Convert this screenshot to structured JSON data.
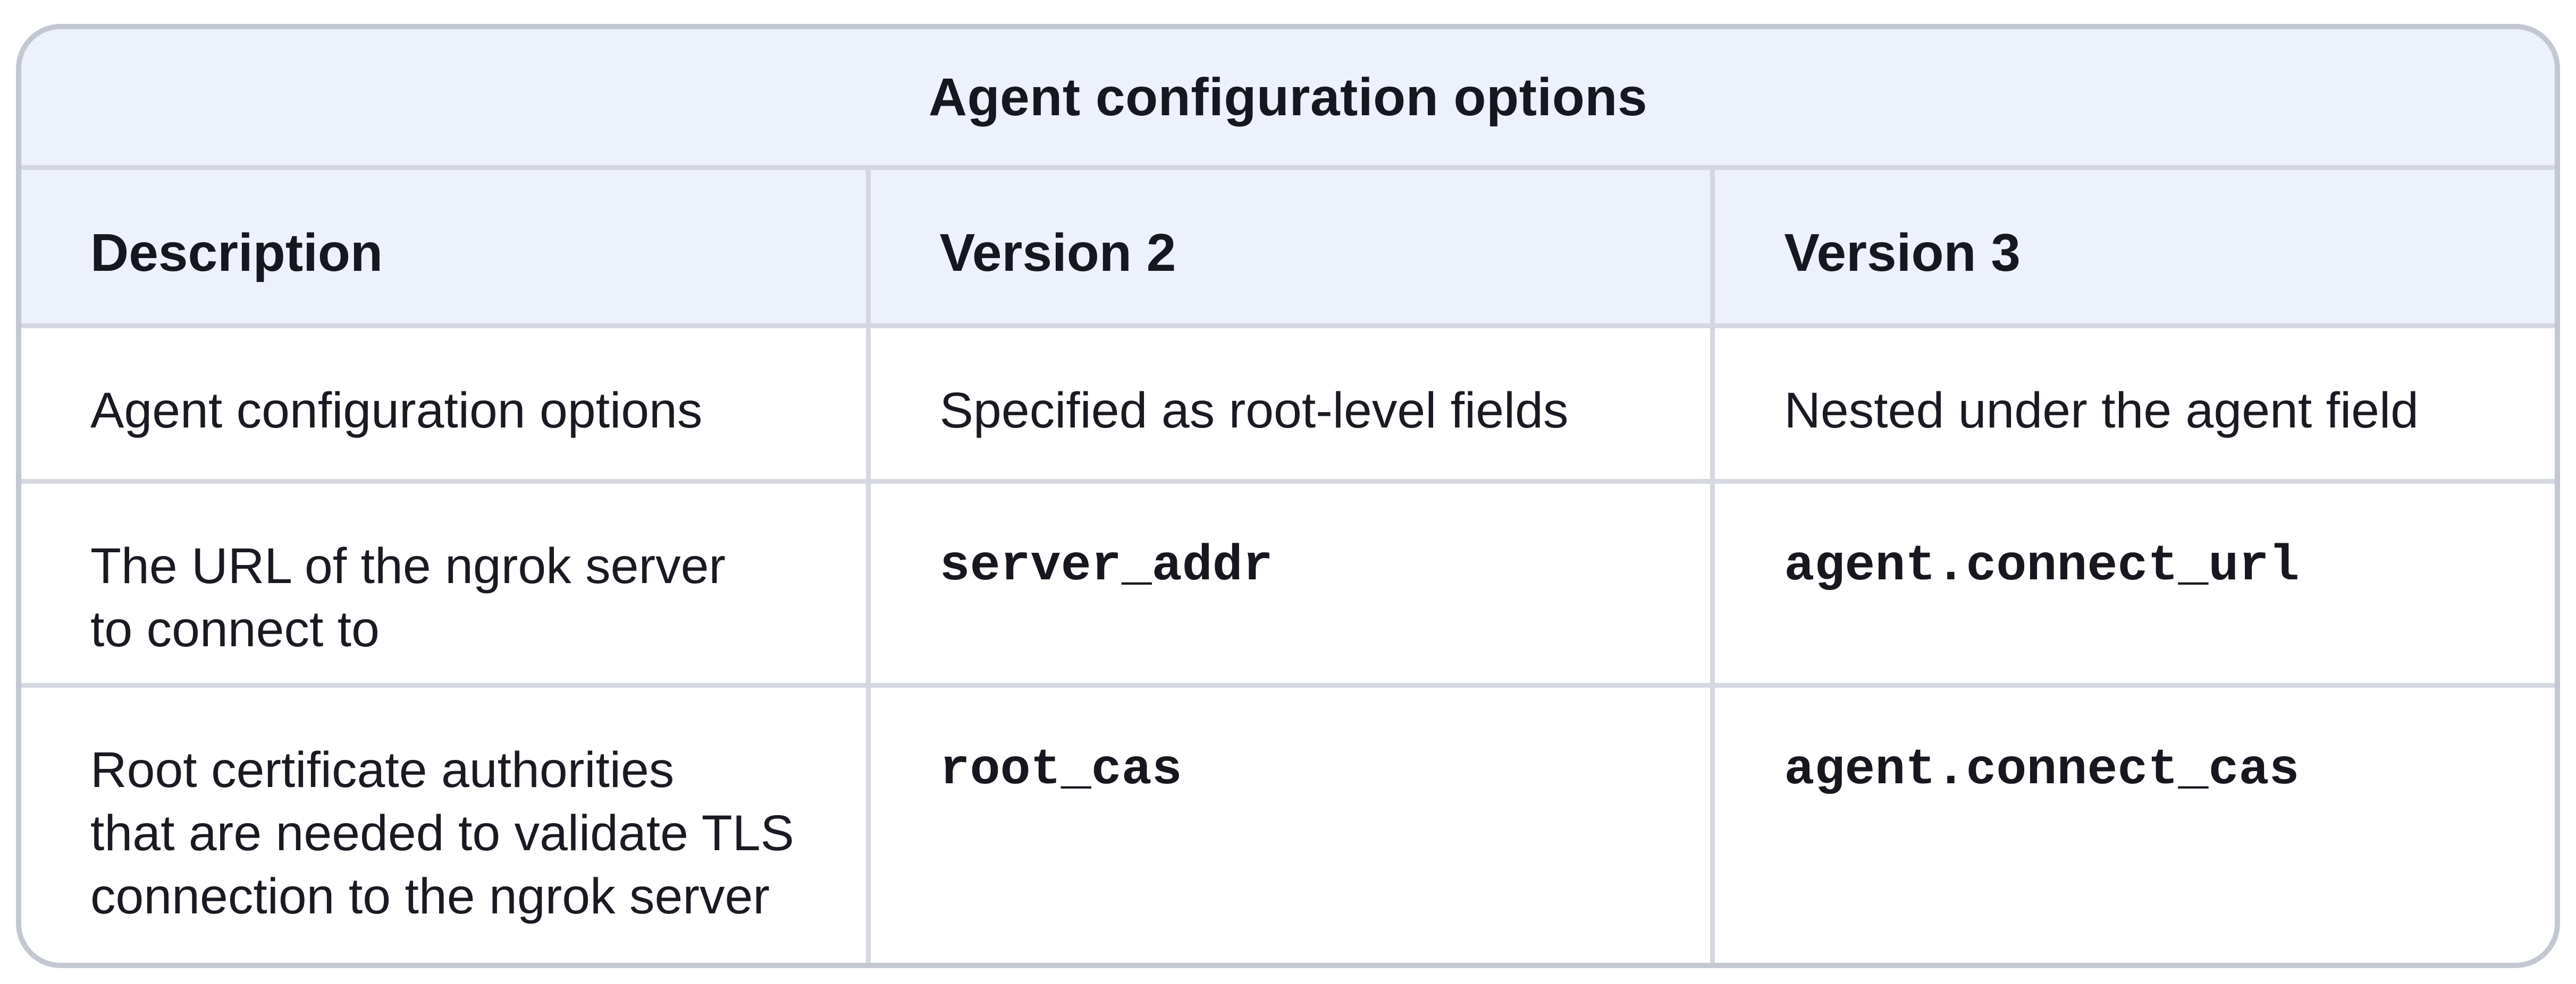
{
  "table": {
    "title": "Agent configuration options",
    "columns": [
      {
        "label": "Description"
      },
      {
        "label": "Version 2"
      },
      {
        "label": "Version 3"
      }
    ],
    "rows": [
      {
        "cells": [
          {
            "text": "Agent configuration options",
            "code": false
          },
          {
            "text": "Specified as root-level fields",
            "code": false
          },
          {
            "text": "Nested under the agent field",
            "code": false
          }
        ]
      },
      {
        "cells": [
          {
            "text": "The URL of the ngrok server\nto connect to",
            "code": false
          },
          {
            "text": "server_addr",
            "code": true
          },
          {
            "text": "agent.connect_url",
            "code": true
          }
        ]
      },
      {
        "cells": [
          {
            "text": "Root certificate authorities\nthat are needed to validate TLS\nconnection to the ngrok server",
            "code": false
          },
          {
            "text": "root_cas",
            "code": true
          },
          {
            "text": "agent.connect_cas",
            "code": true
          }
        ]
      }
    ]
  },
  "colors": {
    "header_background": "#edf1fb",
    "row_background": "#ffffff",
    "outer_border": "#c3c7d1",
    "inner_border": "#d4d7df",
    "text": "#1a1a22"
  }
}
